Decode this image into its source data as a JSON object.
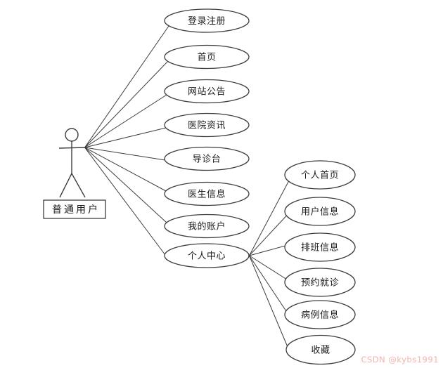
{
  "diagram": {
    "title": "user-usecase-diagram",
    "actor": {
      "label": "普通用户"
    },
    "primary_usecases": [
      {
        "label": "登录注册"
      },
      {
        "label": "首页"
      },
      {
        "label": "网站公告"
      },
      {
        "label": "医院资讯"
      },
      {
        "label": "导诊台"
      },
      {
        "label": "医生信息"
      },
      {
        "label": "我的账户"
      },
      {
        "label": "个人中心"
      }
    ],
    "secondary_usecases": [
      {
        "label": "个人首页"
      },
      {
        "label": "用户信息"
      },
      {
        "label": "排班信息"
      },
      {
        "label": "预约就诊"
      },
      {
        "label": "病例信息"
      },
      {
        "label": "收藏"
      }
    ],
    "colors": {
      "stroke": "#3d3d3d",
      "text": "#1a1a1a",
      "background": "#ffffff",
      "watermark": "#f2b4ac"
    }
  },
  "watermark": {
    "text": "CSDN @kybs1991"
  }
}
